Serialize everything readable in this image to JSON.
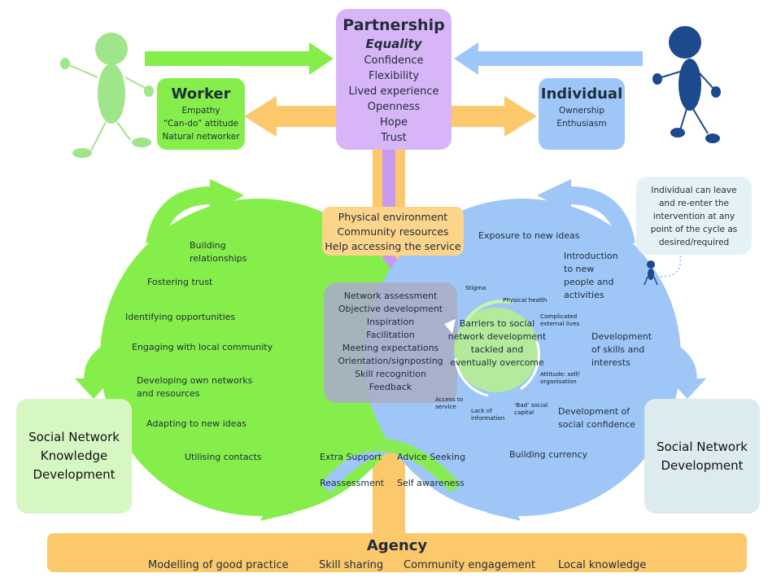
{
  "partnership": {
    "title": "Partnership",
    "subtitle": "Equality",
    "items": [
      "Confidence",
      "Flexibility",
      "Lived experience",
      "Openness",
      "Hope",
      "Trust"
    ]
  },
  "worker": {
    "title": "Worker",
    "items": [
      "Empathy",
      "“Can-do” attitude",
      "Natural networker"
    ]
  },
  "individual": {
    "title": "Individual",
    "items": [
      "Ownership",
      "Enthusiasm"
    ]
  },
  "environment": {
    "items": [
      "Physical environment",
      "Community resources",
      "Help accessing the service"
    ]
  },
  "note": {
    "lines": [
      "Individual can leave",
      "and re-enter  the",
      "intervention at any",
      "point of the cycle as",
      "desired/required"
    ]
  },
  "green_circle": {
    "items": [
      "Building relationships",
      "Fostering trust",
      "Identifying opportunities",
      "Engaging with local community",
      "Developing own networks and resources",
      "Adapting to new ideas",
      "Utilising contacts"
    ]
  },
  "blue_circle": {
    "items": [
      "Exposure to new ideas",
      "Introduction to new people and activities",
      "Development of skills and interests",
      "Development of social confidence",
      "Building currency"
    ]
  },
  "center": {
    "items": [
      "Network assessment",
      "Objective development",
      "Inspiration",
      "Facilitation",
      "Meeting expectations",
      "Orientation/signposting",
      "Skill recognition",
      "Feedback"
    ]
  },
  "barriers": {
    "center_text": "Barriers to social network development tackled and eventually overcome",
    "labels": {
      "stigma": "Stigma",
      "physical_health": "Physical health",
      "complicated_lives": "Complicated external lives",
      "attitude": "Attitude: self/ organisation",
      "bad_capital": "‘Bad’ social capital",
      "lack_info": "Lack of information",
      "access": "Access to service"
    }
  },
  "cycle": {
    "extra_support": "Extra Support",
    "advice_seeking": "Advice Seeking",
    "reassessment": "Reassessment",
    "self_awareness": "Self awareness"
  },
  "outcomes": {
    "left": "Social Network Knowledge Development",
    "right": "Social Network Development"
  },
  "agency": {
    "title": "Agency",
    "items": [
      "Modelling of good practice",
      "Skill sharing",
      "Community engagement",
      "Local knowledge"
    ]
  },
  "colors": {
    "green": "#86ee4a",
    "blue": "#9ec7f7",
    "orange": "#fcc86c",
    "purple": "#d8b5f7",
    "navy": "#1c4a8c",
    "figure_green": "#9fe58a"
  }
}
